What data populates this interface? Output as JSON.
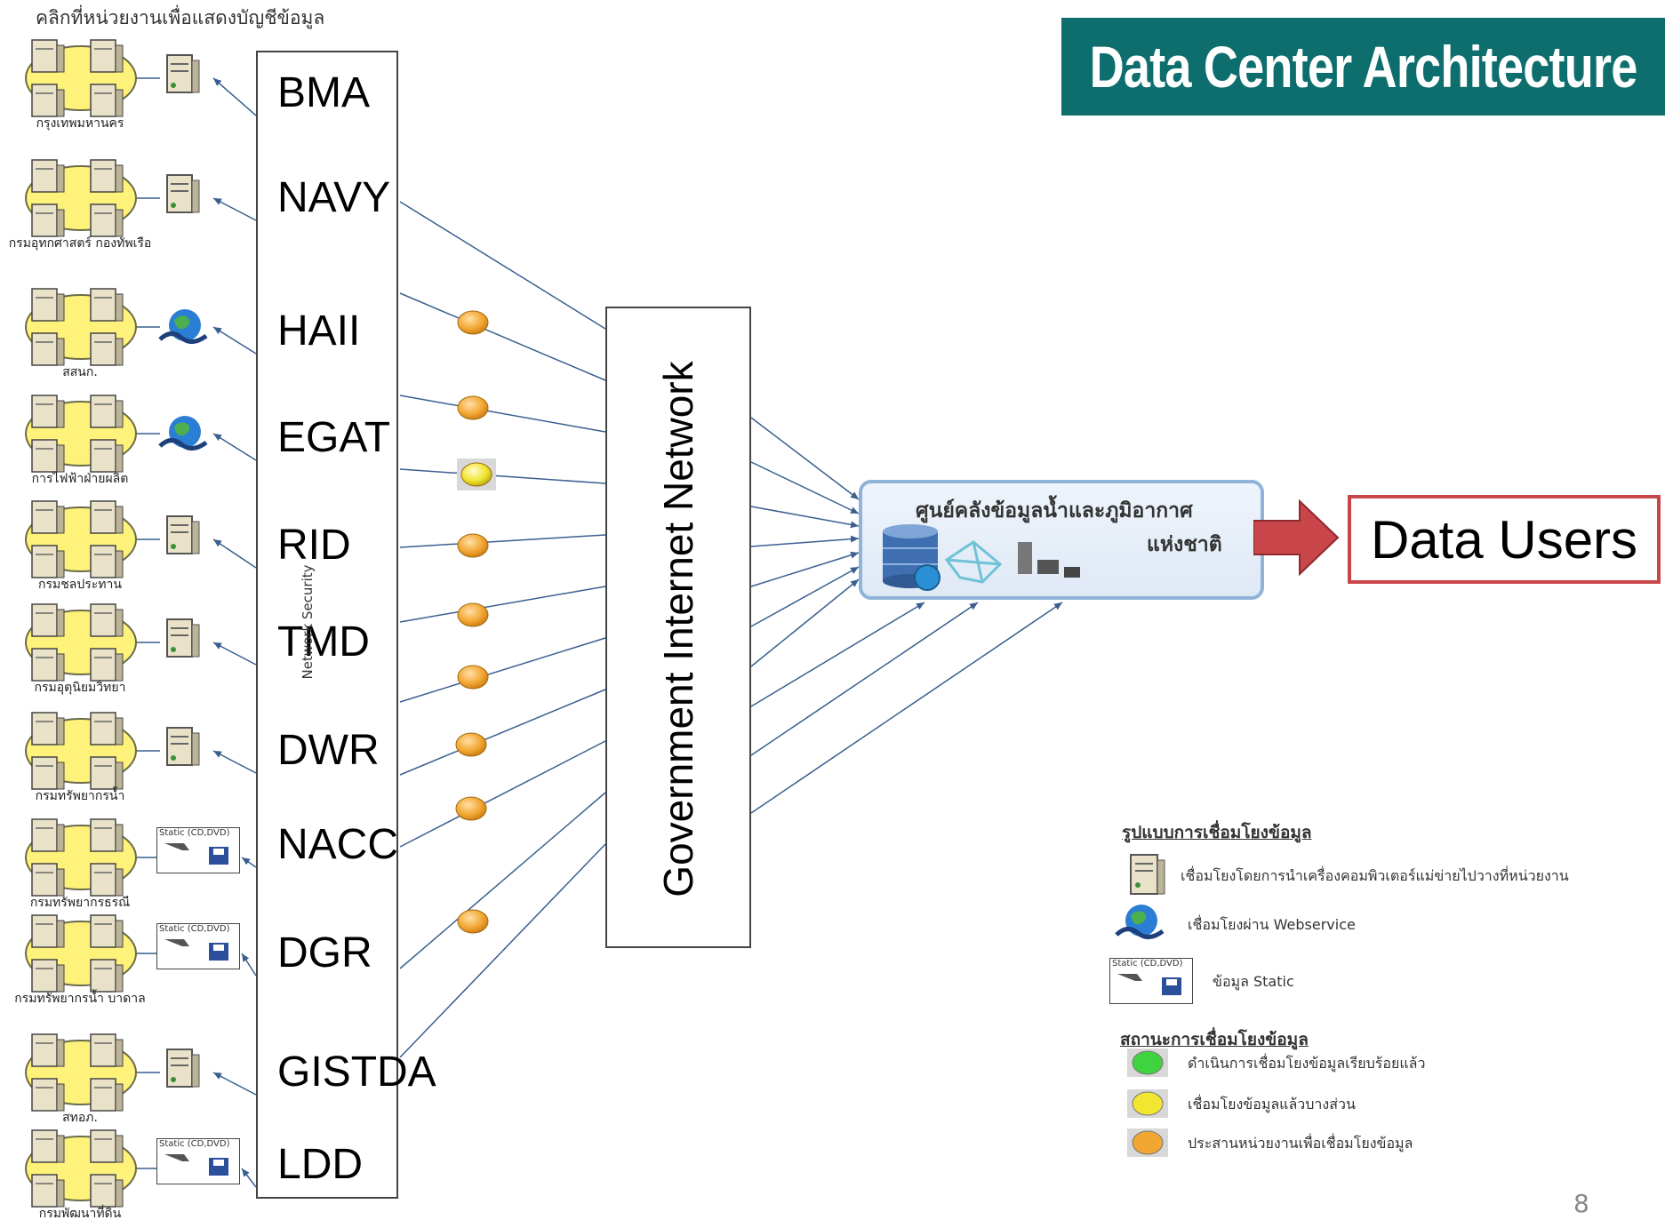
{
  "top_caption": "คลิกที่หน่วยงานเพื่อแสดงบัญชีข้อมูล",
  "title": "Data Center Architecture",
  "agencies": [
    {
      "code": "BMA",
      "unit": "กรุงเทพมหานคร",
      "connector": "server",
      "status": "none"
    },
    {
      "code": "NAVY",
      "unit": "กรมอุทกศาสตร์ กองทัพเรือ",
      "connector": "server",
      "status": "orange"
    },
    {
      "code": "HAII",
      "unit": "สสนก.",
      "connector": "webservice",
      "status": "orange"
    },
    {
      "code": "EGAT",
      "unit": "การไฟฟ้าฝ่ายผลิต",
      "connector": "webservice",
      "status": "yellow"
    },
    {
      "code": "RID",
      "unit": "กรมชลประทาน",
      "connector": "server",
      "status": "orange"
    },
    {
      "code": "TMD",
      "unit": "กรมอุตุนิยมวิทยา",
      "connector": "server",
      "status": "orange"
    },
    {
      "code": "DWR",
      "unit": "กรมทรัพยากรน้ำ",
      "connector": "server",
      "status": "orange"
    },
    {
      "code": "NACC",
      "unit": "กรมทรัพยากรธรณี",
      "connector": "static",
      "status": "orange"
    },
    {
      "code": "DGR",
      "unit": "กรมทรัพยากรน้ำ บาดาล",
      "connector": "static",
      "status": "orange"
    },
    {
      "code": "GISTDA",
      "unit": "สทอภ.",
      "connector": "server",
      "status": "orange"
    },
    {
      "code": "LDD",
      "unit": "กรมพัฒนาที่ดิน",
      "connector": "static",
      "status": "none"
    }
  ],
  "network_security_label": "Network Security",
  "government_network_label": "Government Internet Network",
  "data_center": {
    "line1": "ศูนย์คลังข้อมูลน้ำและภูมิอากาศ",
    "line2": "แห่งชาติ"
  },
  "data_users_label": "Data Users",
  "static_media_label": "Static (CD,DVD)",
  "legend": {
    "connection_heading": "รูปแบบการเชื่อมโยงข้อมูล",
    "connection_items": [
      {
        "icon": "server-icon",
        "text": "เชื่อมโยงโดยการนำเครื่องคอมพิวเตอร์แม่ข่ายไปวางที่หน่วยงาน"
      },
      {
        "icon": "globe-icon",
        "text": "เชื่อมโยงผ่าน Webservice"
      },
      {
        "icon": "static-media-icon",
        "text": "ข้อมูล Static"
      }
    ],
    "status_heading": "สถานะการเชื่อมโยงข้อมูล",
    "status_items": [
      {
        "color": "#3fd43f",
        "text": "ดำเนินการเชื่อมโยงข้อมูลเรียบร้อยแล้ว"
      },
      {
        "color": "#f2e631",
        "text": "เชื่อมโยงข้อมูลแล้วบางส่วน"
      },
      {
        "color": "#f3a733",
        "text": "ประสานหน่วยงานเพื่อเชื่อมโยงข้อมูล"
      }
    ]
  },
  "colors": {
    "banner": "#0e6e6e",
    "status_orange": "#f3a733",
    "status_yellow": "#f2e631",
    "status_green": "#3fd43f",
    "cluster_fill": "#fff27a",
    "arrow_red": "#c8464a"
  },
  "page_number": "8"
}
